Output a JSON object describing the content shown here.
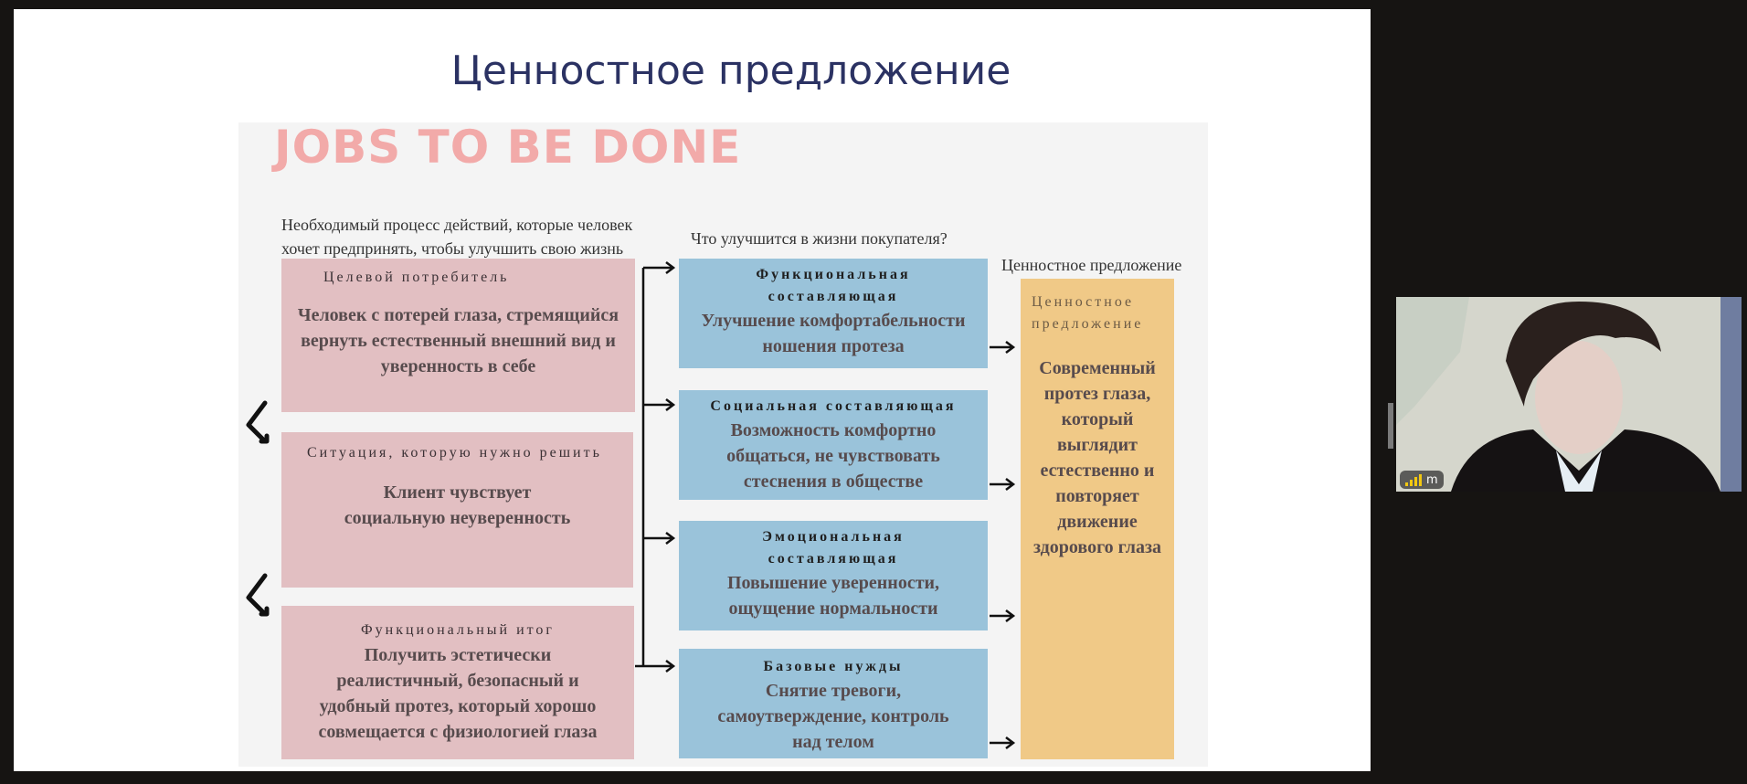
{
  "slide": {
    "title": "Ценностное предложение",
    "banner": "JOBS TO BE DONE",
    "left_caption": "Необходимый процесс действий, которые человек хочет предпринять, чтобы улучшить свою жизнь",
    "middle_caption": "Что улучшится в жизни покупателя?",
    "right_caption": "Ценностное предложение",
    "pink_boxes": [
      {
        "label": "Целевой потребитель",
        "text": "Человек с потерей глаза, стремящийся вернуть естественный внешний вид и уверенность в себе"
      },
      {
        "label": "Ситуация, которую нужно решить",
        "text": "Клиент чувствует социальную неуверенность"
      },
      {
        "label": "Функциональный итог",
        "text": "Получить эстетически реалистичный, безопасный и удобный протез, который хорошо совмещается с физиологией глаза"
      }
    ],
    "blue_boxes": [
      {
        "label": "Функциональная составляющая",
        "text": "Улучшение комфортабельности ношения протеза"
      },
      {
        "label": "Социальная составляющая",
        "text": "Возможность комфортно общаться, не чувствовать стеснения в обществе"
      },
      {
        "label": "Эмоциональная составляющая",
        "text": "Повышение уверенности, ощущение нормальности"
      },
      {
        "label": "Базовые нужды",
        "text": "Снятие тревоги, самоутверждение, контроль над телом"
      }
    ],
    "value_box": {
      "label": "Ценностное предложение",
      "text": "Современный протез глаза, который выглядит естественно и повторяет движение здорового глаза"
    }
  },
  "video": {
    "participant_initial": "m",
    "signal_icon": "signal-strength-icon"
  },
  "colors": {
    "title": "#2b3263",
    "banner": "#f2aaa9",
    "pink": "#e2bfc2",
    "blue": "#9ac3da",
    "orange": "#f0c987"
  }
}
